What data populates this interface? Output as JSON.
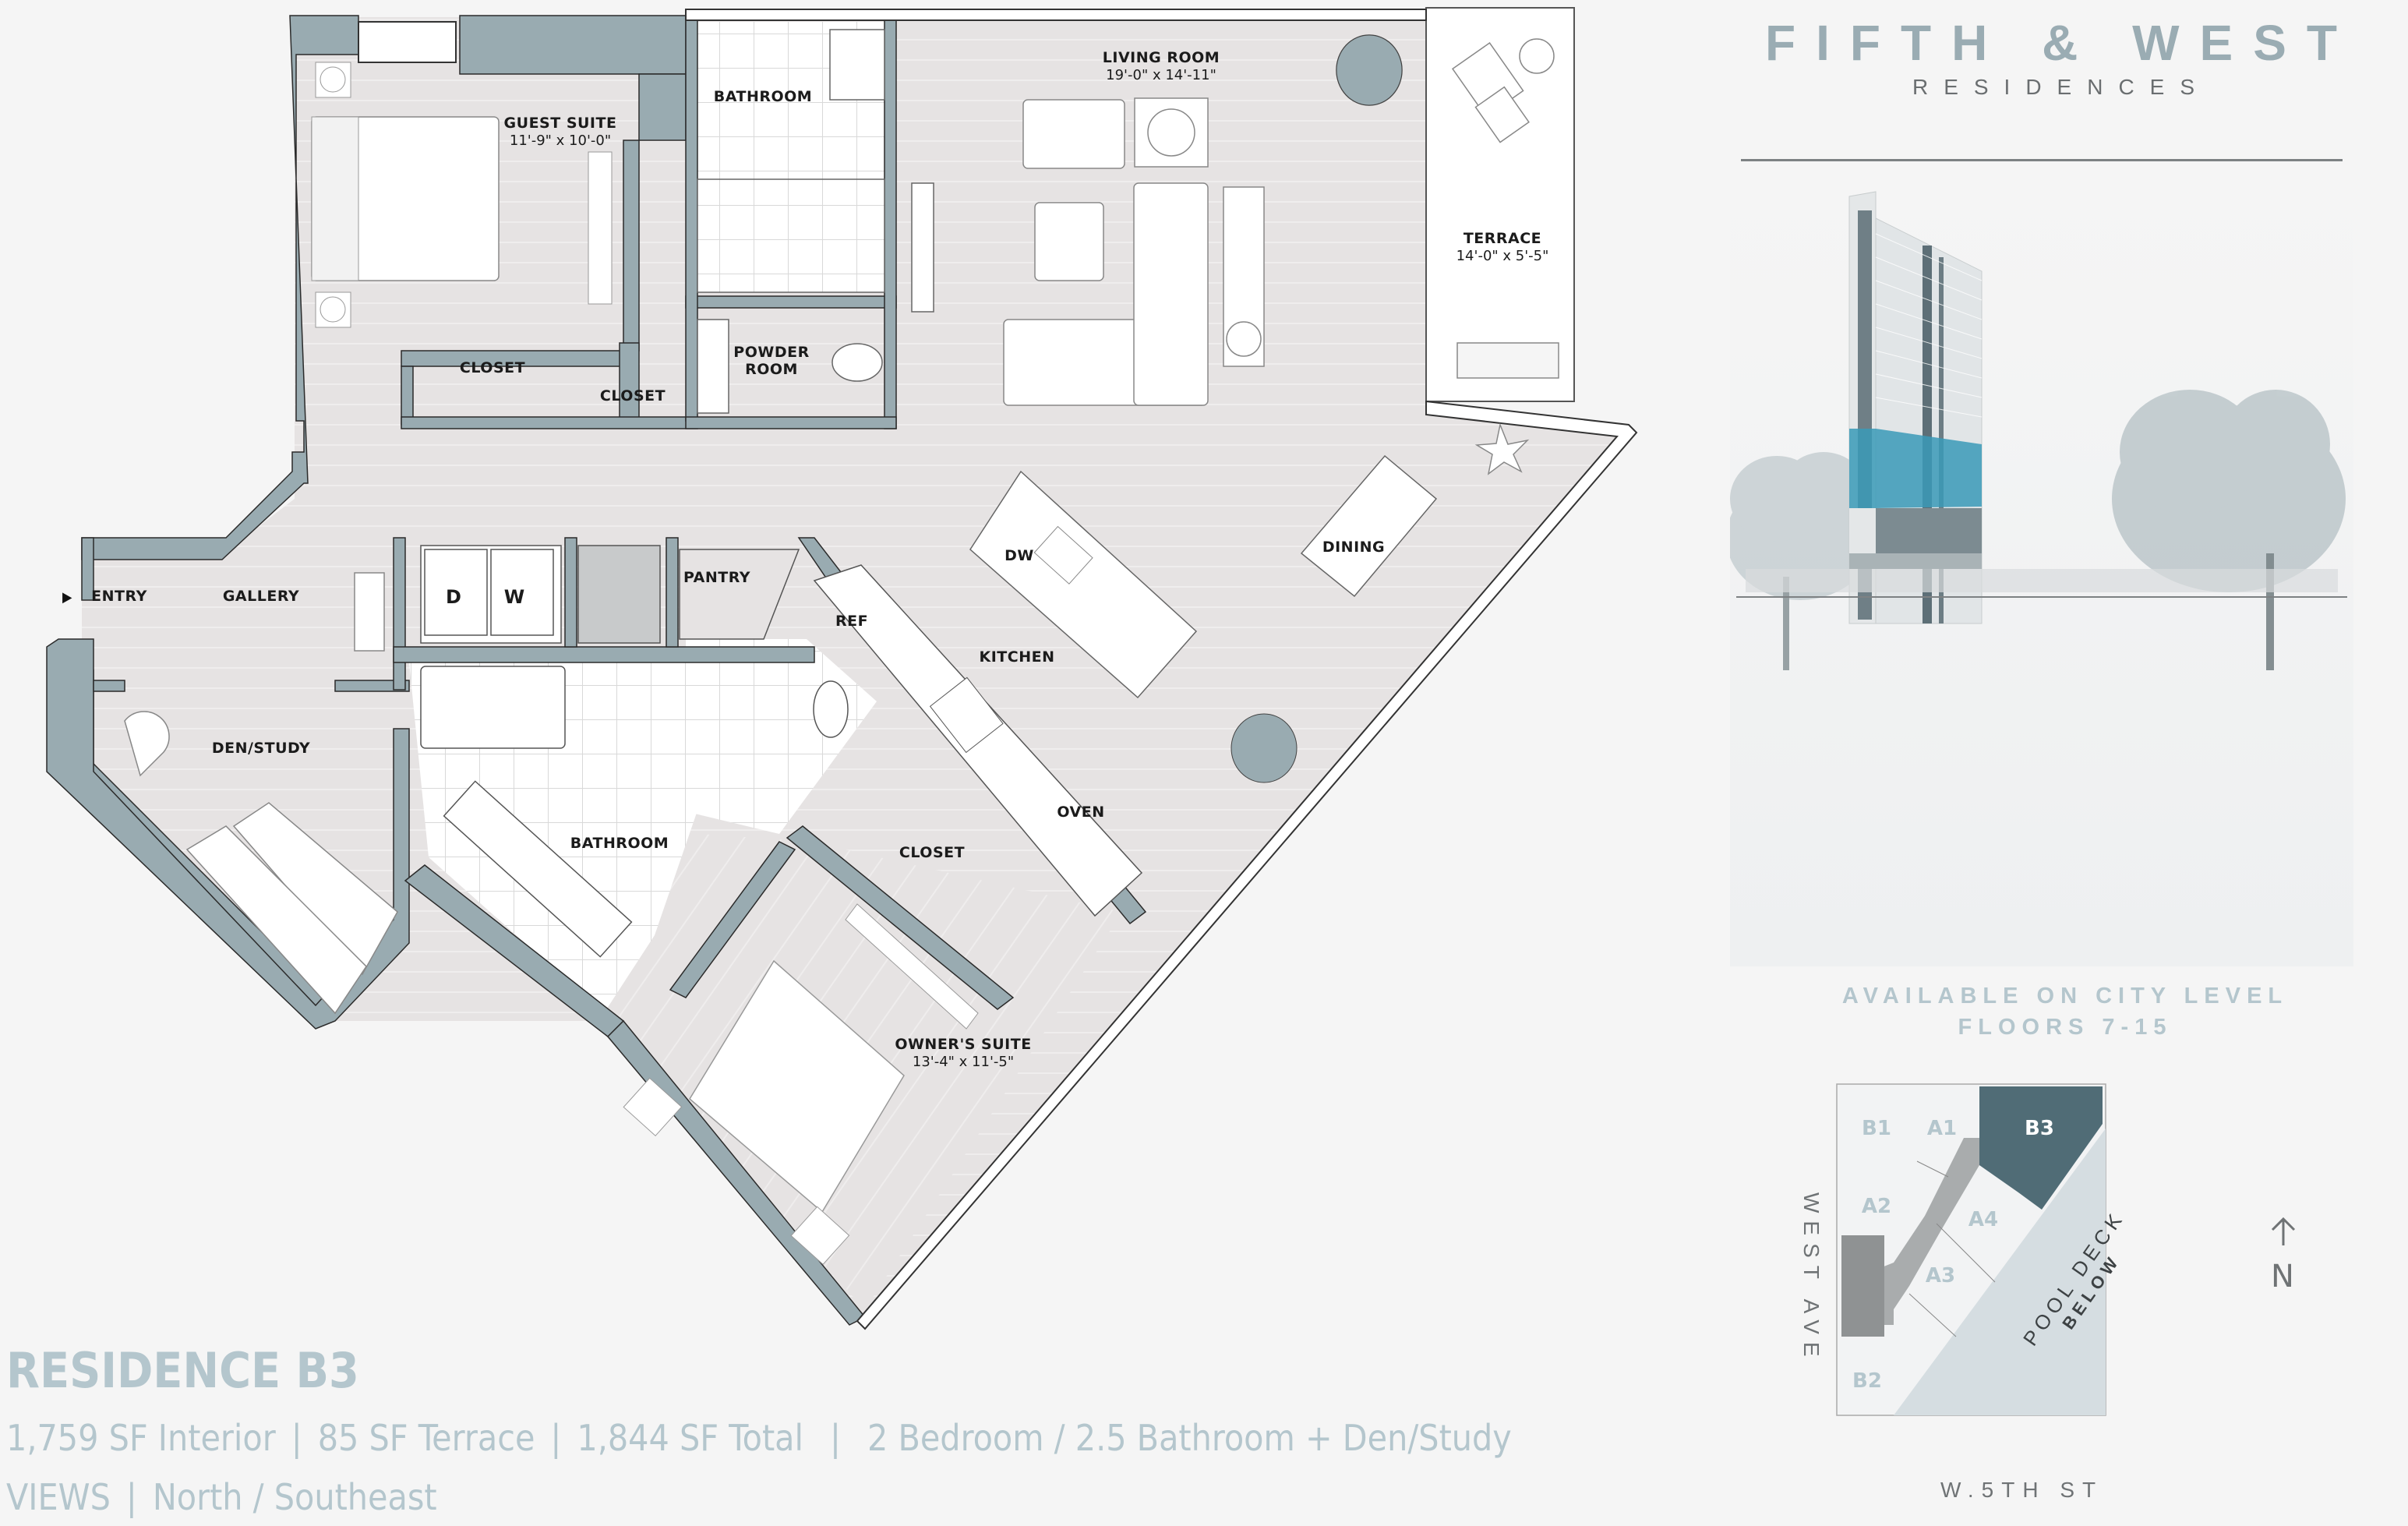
{
  "brand": {
    "name": "FIFTH & WEST",
    "subtitle": "RESIDENCES"
  },
  "availability": {
    "line1": "AVAILABLE ON CITY LEVEL",
    "line2": "FLOORS 7-15"
  },
  "residence": {
    "title": "RESIDENCE B3",
    "interior": "1,759 SF Interior",
    "terrace": "85 SF Terrace",
    "total": "1,844 SF Total",
    "rooms": "2 Bedroom / 2.5 Bathroom + Den/Study",
    "views_label": "VIEWS",
    "views": "North / Southeast",
    "separator": "|"
  },
  "floorplan": {
    "rooms": [
      {
        "id": "guest-suite",
        "name": "GUEST SUITE",
        "dims": "11'-9\" x 10'-0\""
      },
      {
        "id": "bathroom-guest",
        "name": "BATHROOM"
      },
      {
        "id": "living-room",
        "name": "LIVING ROOM",
        "dims": "19'-0\" x 14'-11\""
      },
      {
        "id": "terrace",
        "name": "TERRACE",
        "dims": "14'-0\" x 5'-5\""
      },
      {
        "id": "closet-guest",
        "name": "CLOSET"
      },
      {
        "id": "closet-hall",
        "name": "CLOSET"
      },
      {
        "id": "powder-room",
        "name": "POWDER ROOM",
        "line1": "POWDER",
        "line2": "ROOM"
      },
      {
        "id": "entry",
        "name": "ENTRY"
      },
      {
        "id": "gallery",
        "name": "GALLERY"
      },
      {
        "id": "pantry",
        "name": "PANTRY"
      },
      {
        "id": "den-study",
        "name": "DEN/STUDY"
      },
      {
        "id": "bathroom-owner",
        "name": "BATHROOM"
      },
      {
        "id": "kitchen",
        "name": "KITCHEN"
      },
      {
        "id": "dining",
        "name": "DINING"
      },
      {
        "id": "closet-owner",
        "name": "CLOSET"
      },
      {
        "id": "owners-suite",
        "name": "OWNER'S SUITE",
        "dims": "13'-4\" x 11'-5\""
      }
    ],
    "appliances": {
      "dryer": "D",
      "washer": "W",
      "dishwasher": "DW",
      "refrigerator": "REF",
      "oven": "OVEN"
    },
    "entry_marker": "▶"
  },
  "keyplan": {
    "units": [
      "B1",
      "A1",
      "B3",
      "A2",
      "A4",
      "A3",
      "B2"
    ],
    "highlighted_unit": "B3",
    "pool_deck_line1": "POOL DECK",
    "pool_deck_line2": "BELOW",
    "street_west": "WEST AVE",
    "street_south": "W.5TH ST",
    "north_label": "N"
  },
  "colors": {
    "background": "#f5f5f5",
    "wall": "#99abb1",
    "floor": "#e6e3e3",
    "brand_text": "#9aacb3",
    "accent_light": "#b4c6cd",
    "highlight_unit": "#506c76",
    "building_highlight": "#3a9ab7"
  }
}
